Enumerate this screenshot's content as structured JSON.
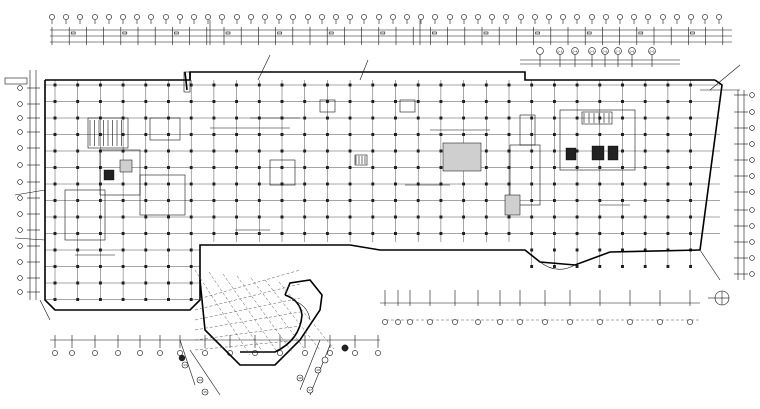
{
  "drawing": {
    "north_arrow": "north-arrow-icon",
    "top_right_axis_tags": [
      "0-3",
      "0-4",
      "0-5",
      "0-6",
      "0-7",
      "0-8",
      "0-9"
    ],
    "bottom_axis_tags": [
      "13",
      "14",
      "15",
      "16",
      "17",
      "18"
    ]
  }
}
